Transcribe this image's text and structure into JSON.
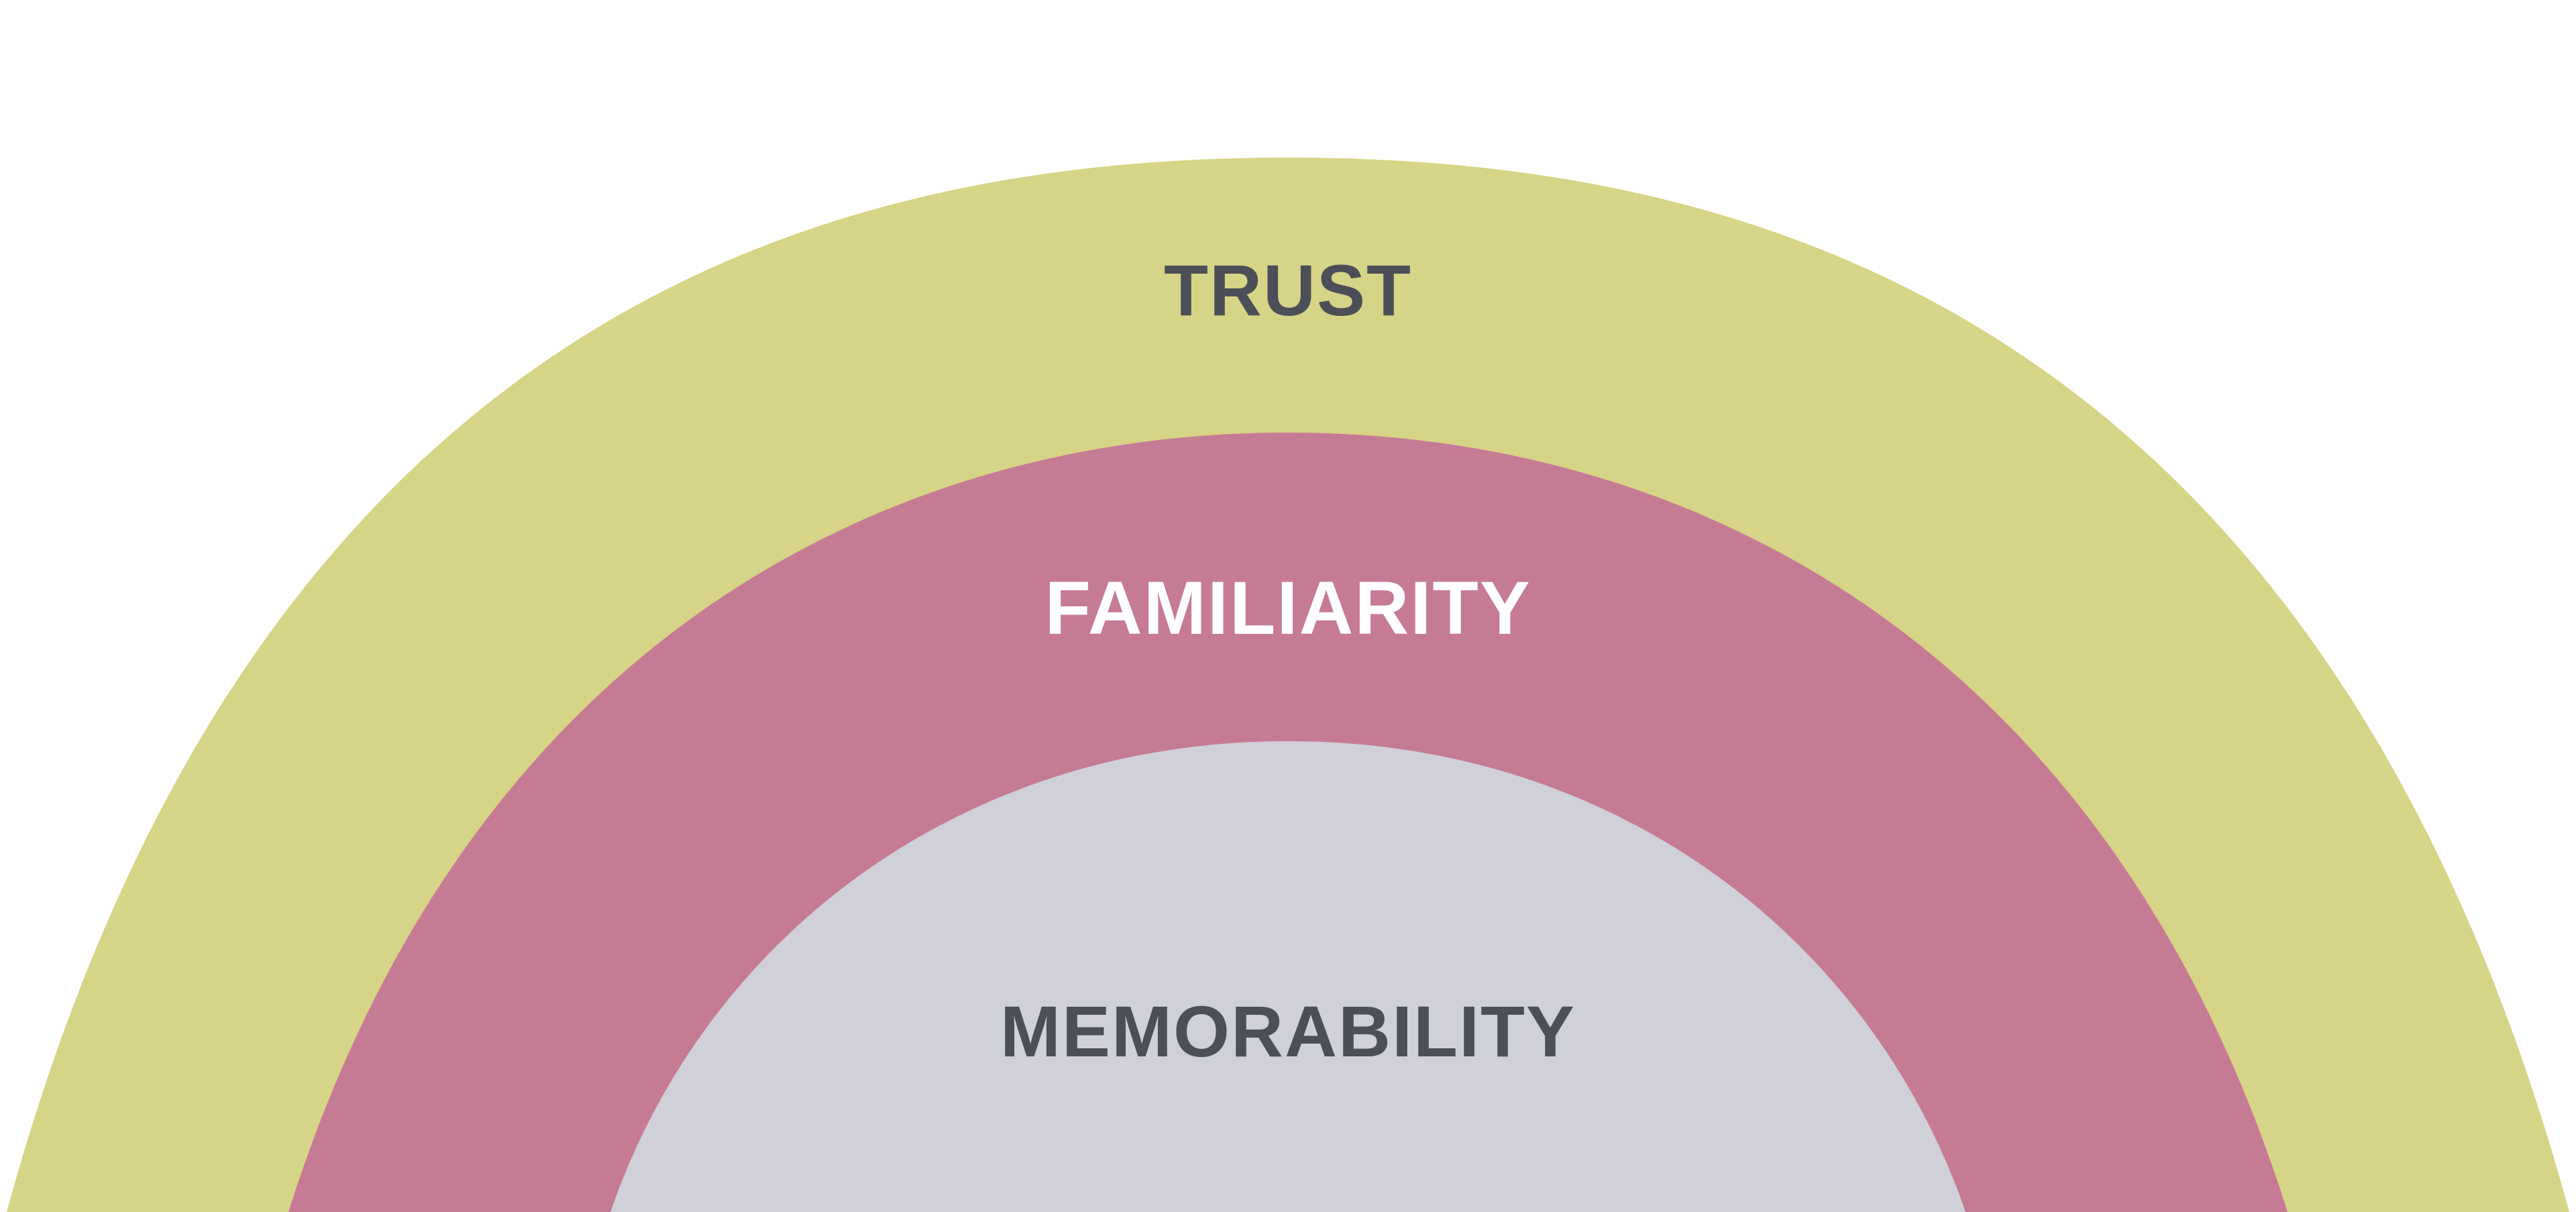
{
  "diagram": {
    "layers": [
      {
        "label": "TRUST",
        "fill": "#d6d486",
        "text_color": "#4c4f57"
      },
      {
        "label": "FAMILIARITY",
        "fill": "#c67b94",
        "text_color": "#ffffff"
      },
      {
        "label": "MEMORABILITY",
        "fill": "#d0d0d9",
        "text_color": "#4c4f57"
      }
    ],
    "background": "#ffffff"
  }
}
